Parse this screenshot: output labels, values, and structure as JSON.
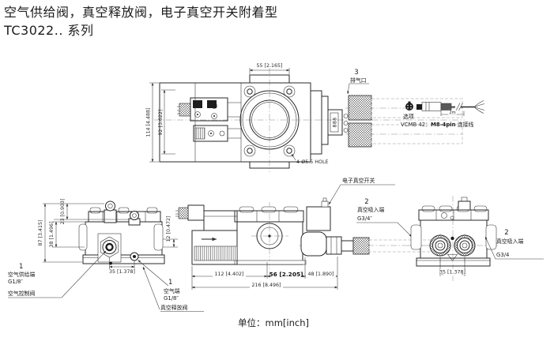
{
  "title": {
    "line1": "空气供给阀，真空释放阀，电子真空开关附着型",
    "line2": "TC3022.. 系列"
  },
  "unit_note": "单位：mm[inch]",
  "top_view": {
    "dim_width": "55 [2.165]",
    "dim_height_outer": "114 [4.488]",
    "dim_height_inner": "92 [3.622]",
    "hole_note": "4-Ø5.5 HOLE",
    "exhaust_num": "3",
    "exhaust_label": "排气口",
    "display_digits": "888"
  },
  "cable_option": {
    "option_label": "选项",
    "model_prefix": "VCMB 42：",
    "model_bold": "M8-4pin",
    "model_suffix": " 连接线",
    "length_label": "2m"
  },
  "side_view": {
    "dim_h87": "87 [3.415]",
    "dim_h23": "23 [0.903]",
    "dim_h38": "38 [1.496]",
    "dim_h12": "12 [0.472]",
    "dim_w35": "35 [1.378]",
    "supply_num": "1",
    "supply_name": "空气供给端",
    "supply_thread": "G1/8″",
    "control_valve": "空气控制阀",
    "air_num": "1",
    "air_name": "空气端",
    "air_thread": "G1/8″",
    "release_valve": "真空释放阀"
  },
  "front_view": {
    "dim_w112": "112 [4.402]",
    "dim_w56": "56 [2.205]",
    "dim_w48": "48 [1.890]",
    "dim_w216": "216 [8.496]",
    "switch_label": "电子真空开关",
    "port_num": "2",
    "port_name": "真空吸入端",
    "port_thread": "G3/4″"
  },
  "end_view": {
    "dim_w35": "35 [1.378]",
    "port_num": "2",
    "port_name": "真空吸入端",
    "port_thread": "G3/4"
  }
}
